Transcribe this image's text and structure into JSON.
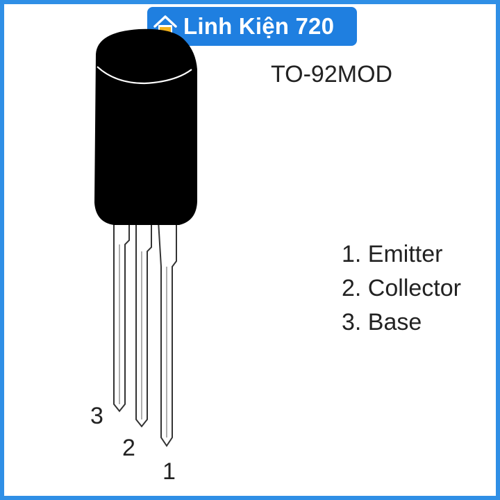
{
  "brand": {
    "name": "Linh Kiện 720",
    "logo_text": "720",
    "color": "#1f7fe0",
    "frame_color": "#2f8fe6"
  },
  "package": {
    "name": "TO-92MOD"
  },
  "pinout": [
    {
      "label": "1. Emitter"
    },
    {
      "label": "2. Collector"
    },
    {
      "label": "3. Base"
    }
  ],
  "pin_numbers": [
    "3",
    "2",
    "1"
  ]
}
